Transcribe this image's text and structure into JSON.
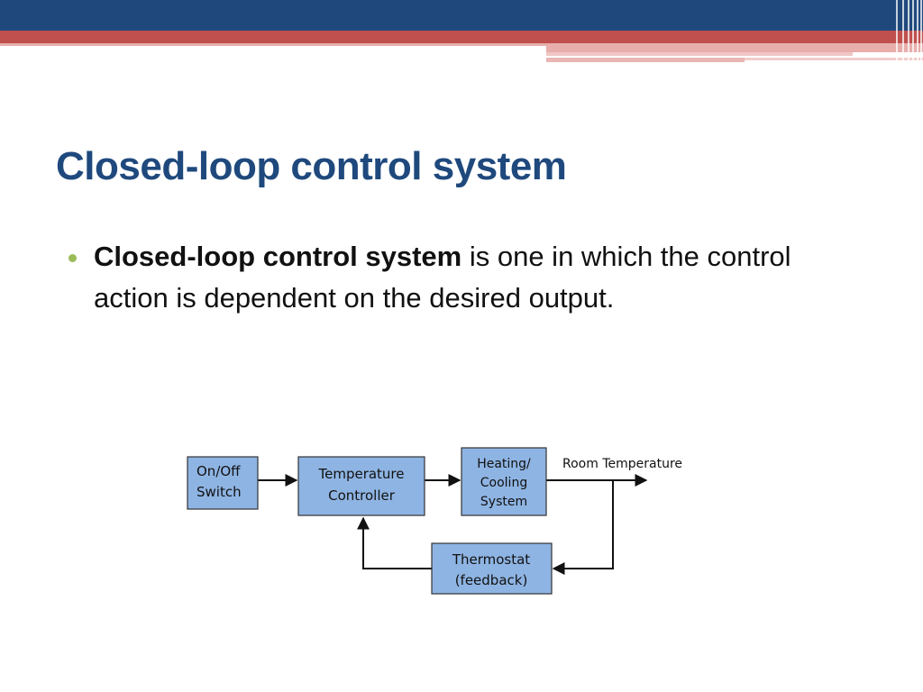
{
  "slide": {
    "title": "Closed-loop control system",
    "bullet": {
      "term": "Closed-loop control system",
      "text": " is one in which the control action is dependent on the desired output."
    },
    "colors": {
      "title": "#1f497d",
      "header_navy": "#1f497d",
      "header_red": "#c0504d",
      "bullet_dot": "#9bbb59",
      "box_fill": "#8eb4e3"
    }
  },
  "diagram": {
    "nodes": [
      {
        "id": "switch",
        "lines": [
          "On/Off",
          "Switch"
        ]
      },
      {
        "id": "controller",
        "lines": [
          "Temperature",
          "Controller"
        ]
      },
      {
        "id": "system",
        "lines": [
          "Heating/",
          "Cooling",
          "System"
        ]
      },
      {
        "id": "thermostat",
        "lines": [
          "Thermostat",
          "(feedback)"
        ]
      }
    ],
    "output_label": "Room Temperature"
  }
}
